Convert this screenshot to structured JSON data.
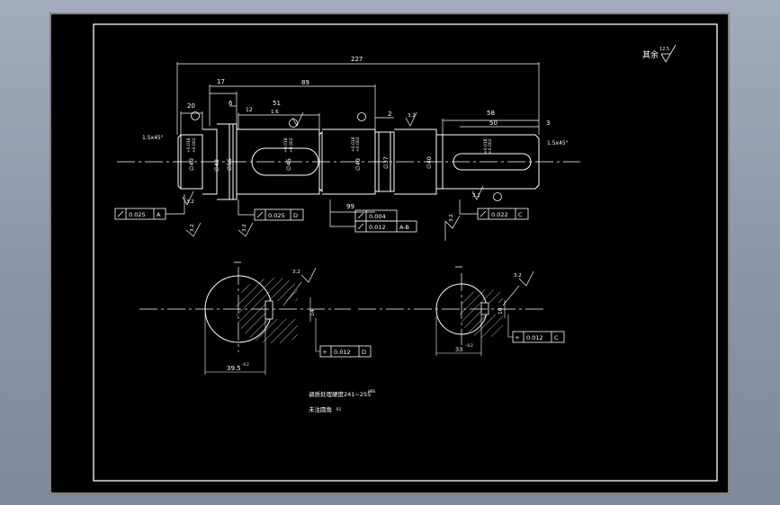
{
  "drawing": {
    "roughness_note": "其余",
    "roughness_note_value": "12.5",
    "dims": {
      "overall": "227",
      "d17": "17",
      "d89": "89",
      "d6": "6",
      "d51": "51",
      "d12": "12",
      "d2": "2",
      "d58": "58",
      "d50": "50",
      "d3": "3",
      "d20": "20",
      "d99": "99"
    },
    "chamfer_left": "1.5x45°",
    "chamfer_right": "1.5x45°",
    "diameters": {
      "d40_left": "∅40",
      "d48": "∅48",
      "d55": "∅55",
      "d45": "∅45",
      "d40_mid": "∅40",
      "d37": "∅37",
      "d40_right": "∅40"
    },
    "tolerances_small": [
      "+0.018",
      "+0.002"
    ],
    "roughness_32": "3.2",
    "roughness_16": "1.6",
    "datum_a": "A",
    "datum_b": "B",
    "datum_c": "C",
    "datum_d": "D",
    "fcf": {
      "runout_left": {
        "value": "0.025",
        "datum": "A"
      },
      "runout_mid": {
        "value": "0.025",
        "datum": "D"
      },
      "cyl": {
        "value": "0.004",
        "datum": ""
      },
      "runout_ab": {
        "value": "0.012",
        "datum": "A-B"
      },
      "runout_c": {
        "value": "0.022",
        "datum": "C"
      },
      "sym_d": {
        "value": "0.012",
        "datum": "D"
      },
      "sym_c": {
        "value": "0.012",
        "datum": "C"
      }
    },
    "section1_dim": "39.5",
    "section1_tol": "-0.2",
    "section1_key": "14",
    "section2_dim": "33",
    "section2_tol": "-0.2",
    "section2_key": "10",
    "notes": {
      "line1": "调质处理硬度241~255",
      "line1_suffix": "HBS",
      "line2": "未注圆角",
      "line2_suffix": "R1"
    }
  }
}
